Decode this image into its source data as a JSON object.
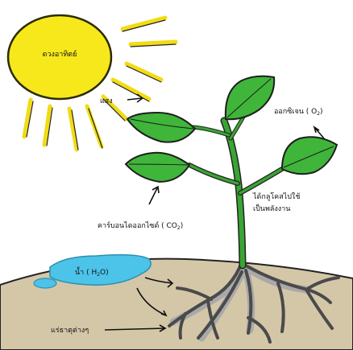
{
  "labels": {
    "sun": "ดวงอาทิตย์",
    "light": "แสง",
    "oxygen": "ออกซิเจน ( O",
    "oxygen_sub": "2",
    "oxygen_close": ")",
    "glucose_line1": "ได้กลูโคสไปใช้",
    "glucose_line2": "เป็นพลังงาน",
    "co2": "คาร์บอนไดออกไซด์ ( CO",
    "co2_sub": "2",
    "co2_close": ")",
    "water": "น้ำ ( H",
    "water_sub": "2",
    "water_close": "O)",
    "minerals": "แร่ธาตุต่างๆ"
  },
  "colors": {
    "sun": "#f7e81c",
    "sun_outline": "#2b2b00",
    "ground": "#d4c7a8",
    "water": "#4cc3e8",
    "leaf": "#3fb53a",
    "stem": "#39a532",
    "roots": "#4a4a4a",
    "root_shadow": "#a9a9a9",
    "ray": "#f2dc12"
  }
}
